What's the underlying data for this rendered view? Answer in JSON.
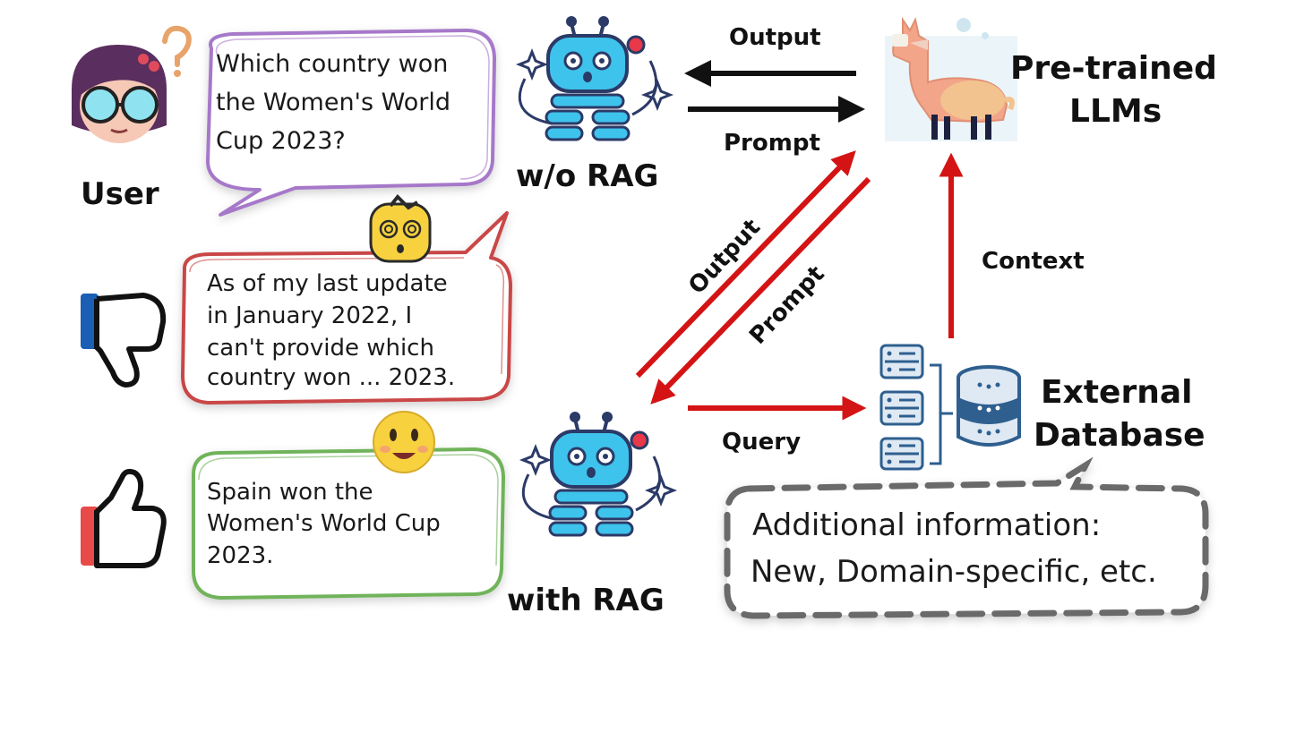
{
  "labels": {
    "user": "User",
    "without_rag": "w/o RAG",
    "with_rag": "with RAG",
    "llm_line1": "Pre-trained",
    "llm_line2": "LLMs",
    "db_line1": "External",
    "db_line2": "Database",
    "arrow_output_top": "Output",
    "arrow_prompt_top": "Prompt",
    "arrow_output_diag": "Output",
    "arrow_prompt_diag": "Prompt",
    "arrow_context": "Context",
    "arrow_query": "Query"
  },
  "bubbles": {
    "question": [
      "Which country won",
      "the Women's World",
      "Cup 2023?"
    ],
    "bad_answer": [
      "As of my last update",
      "in January 2022, I",
      "can't provide which",
      "country won ... 2023."
    ],
    "good_answer": [
      "Spain won the",
      "Women's World Cup",
      "2023."
    ]
  },
  "note": [
    "Additional information:",
    "New, Domain-specific, etc."
  ],
  "colors": {
    "question_border": "#a678c9",
    "bad_border": "#c94646",
    "good_border": "#6fb35a",
    "red_arrow": "#d41414",
    "black_arrow": "#111111",
    "robot": "#3ec3ec",
    "robot_dark": "#2b3a67",
    "db_blue": "#2e5f8f",
    "thumb_down_accent": "#1a5fb4",
    "thumb_up_accent": "#e84a4a",
    "note_border": "#6b6b6b"
  },
  "icons": [
    "user-avatar-icon",
    "question-mark-icon",
    "robot-icon",
    "llama-icon",
    "server-icon",
    "database-icon",
    "thumbs-down-icon",
    "thumbs-up-icon",
    "dizzy-emoji-icon",
    "smile-emoji-icon"
  ]
}
